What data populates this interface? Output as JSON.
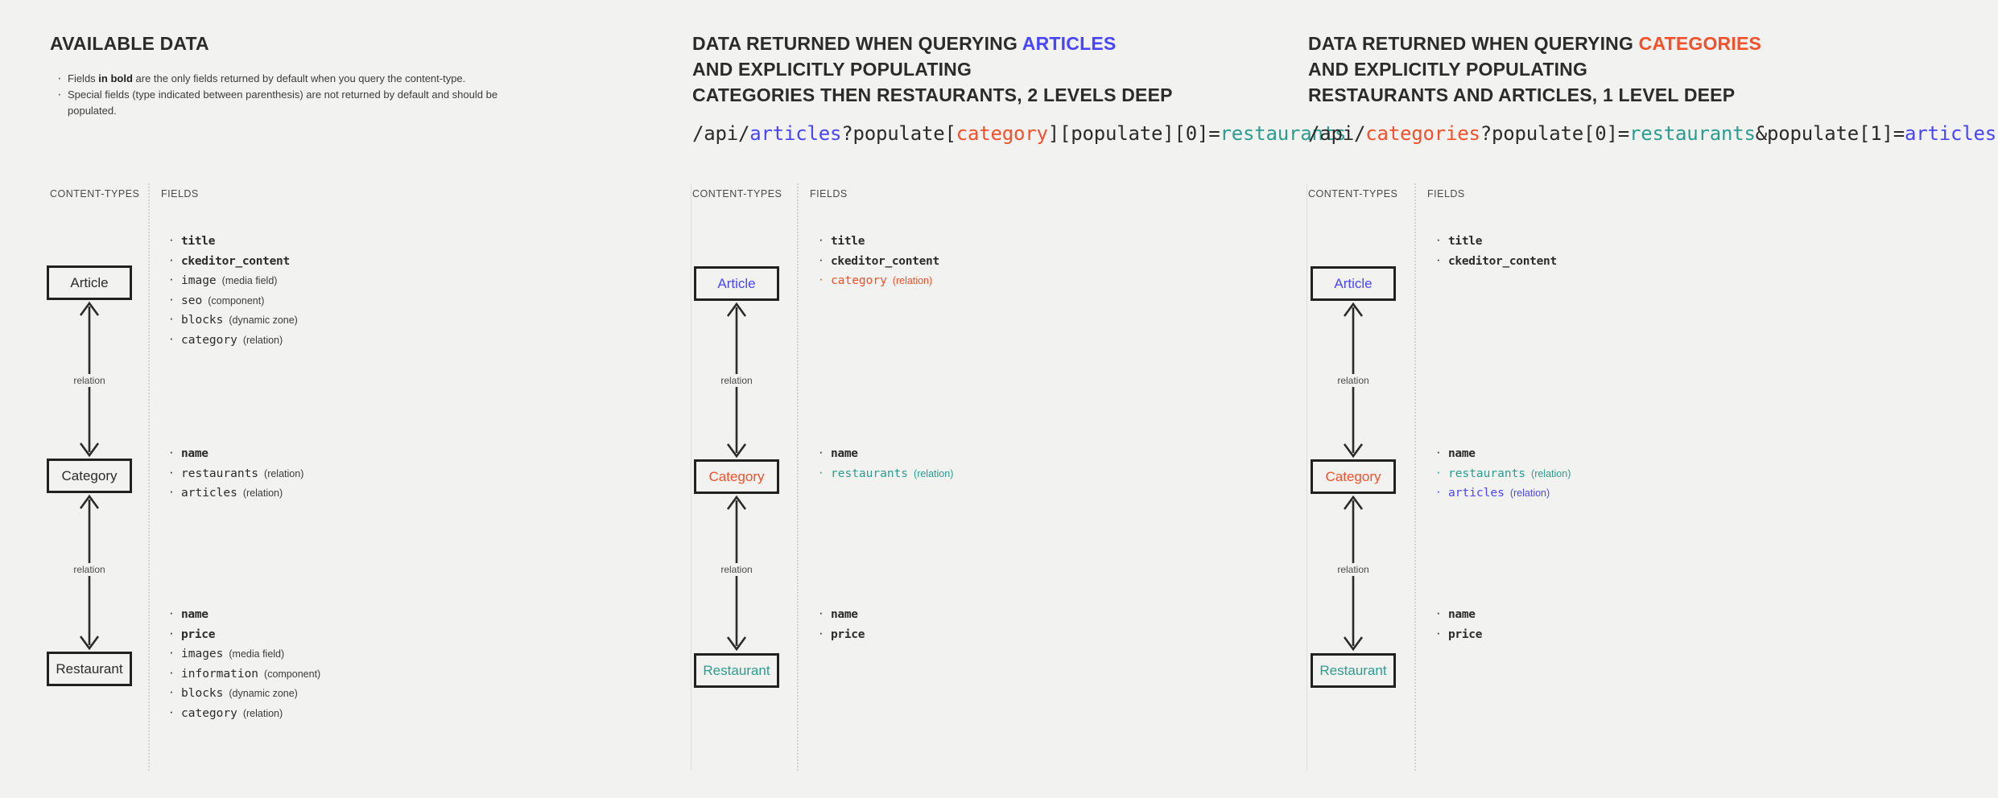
{
  "colors": {
    "background": "#f2f2f0",
    "ink": "#2b2b2b",
    "articles_blue": "#4945ff",
    "categories_red": "#f4502b",
    "restaurants_green": "#2a9d8f",
    "box_border": "#212121"
  },
  "panels": [
    {
      "id": "available-data",
      "title_lines": [
        [
          {
            "t": "AVAILABLE DATA",
            "c": "ink"
          }
        ]
      ],
      "notes": [
        "Fields in bold are the only fields returned by default when you query the content-type.",
        "Special fields (type indicated between parenthesis) are not returned by default and should be populated."
      ],
      "note_bold_fragment": "in bold",
      "api_url": null,
      "captions": {
        "content_types": "CONTENT-TYPES",
        "fields": "FIELDS"
      },
      "relation_label": "relation",
      "nodes": [
        {
          "name": "Article",
          "color": "ink",
          "fields": [
            {
              "name": "title",
              "type": "",
              "bold": true,
              "color": "ink"
            },
            {
              "name": "ckeditor_content",
              "type": "",
              "bold": true,
              "color": "ink"
            },
            {
              "name": "image",
              "type": "(media field)",
              "bold": false,
              "color": "ink"
            },
            {
              "name": "seo",
              "type": "(component)",
              "bold": false,
              "color": "ink"
            },
            {
              "name": "blocks",
              "type": "(dynamic zone)",
              "bold": false,
              "color": "ink"
            },
            {
              "name": "category",
              "type": "(relation)",
              "bold": false,
              "color": "ink"
            }
          ]
        },
        {
          "name": "Category",
          "color": "ink",
          "fields": [
            {
              "name": "name",
              "type": "",
              "bold": true,
              "color": "ink"
            },
            {
              "name": "restaurants",
              "type": "(relation)",
              "bold": false,
              "color": "ink"
            },
            {
              "name": "articles",
              "type": "(relation)",
              "bold": false,
              "color": "ink"
            }
          ]
        },
        {
          "name": "Restaurant",
          "color": "ink",
          "fields": [
            {
              "name": "name",
              "type": "",
              "bold": true,
              "color": "ink"
            },
            {
              "name": "price",
              "type": "",
              "bold": true,
              "color": "ink"
            },
            {
              "name": "images",
              "type": "(media field)",
              "bold": false,
              "color": "ink"
            },
            {
              "name": "information",
              "type": "(component)",
              "bold": false,
              "color": "ink"
            },
            {
              "name": "blocks",
              "type": "(dynamic zone)",
              "bold": false,
              "color": "ink"
            },
            {
              "name": "category",
              "type": "(relation)",
              "bold": false,
              "color": "ink"
            }
          ]
        }
      ]
    },
    {
      "id": "query-articles",
      "title_lines": [
        [
          {
            "t": "DATA RETURNED WHEN QUERYING ",
            "c": "ink"
          },
          {
            "t": "ARTICLES",
            "c": "articles_blue"
          }
        ],
        [
          {
            "t": "AND EXPLICITLY POPULATING",
            "c": "ink"
          }
        ],
        [
          {
            "t": "CATEGORIES THEN RESTAURANTS, 2 LEVELS DEEP",
            "c": "ink"
          }
        ]
      ],
      "notes": [],
      "api_url": [
        {
          "t": "/api/",
          "c": "ink"
        },
        {
          "t": "articles",
          "c": "articles_blue"
        },
        {
          "t": "?populate[",
          "c": "ink"
        },
        {
          "t": "category",
          "c": "categories_red"
        },
        {
          "t": "][populate][0]=",
          "c": "ink"
        },
        {
          "t": "restaurants",
          "c": "restaurants_green"
        }
      ],
      "captions": {
        "content_types": "CONTENT-TYPES",
        "fields": "FIELDS"
      },
      "relation_label": "relation",
      "nodes": [
        {
          "name": "Article",
          "color": "articles_blue",
          "fields": [
            {
              "name": "title",
              "type": "",
              "bold": true,
              "color": "ink"
            },
            {
              "name": "ckeditor_content",
              "type": "",
              "bold": true,
              "color": "ink"
            },
            {
              "name": "category",
              "type": "(relation)",
              "bold": false,
              "color": "categories_red"
            }
          ]
        },
        {
          "name": "Category",
          "color": "categories_red",
          "fields": [
            {
              "name": "name",
              "type": "",
              "bold": true,
              "color": "ink"
            },
            {
              "name": "restaurants",
              "type": "(relation)",
              "bold": false,
              "color": "restaurants_green"
            }
          ]
        },
        {
          "name": "Restaurant",
          "color": "restaurants_green",
          "fields": [
            {
              "name": "name",
              "type": "",
              "bold": true,
              "color": "ink"
            },
            {
              "name": "price",
              "type": "",
              "bold": true,
              "color": "ink"
            }
          ]
        }
      ]
    },
    {
      "id": "query-categories",
      "title_lines": [
        [
          {
            "t": "DATA RETURNED WHEN QUERYING ",
            "c": "ink"
          },
          {
            "t": "CATEGORIES",
            "c": "categories_red"
          }
        ],
        [
          {
            "t": "AND EXPLICITLY POPULATING",
            "c": "ink"
          }
        ],
        [
          {
            "t": "RESTAURANTS AND ARTICLES, 1 LEVEL DEEP",
            "c": "ink"
          }
        ]
      ],
      "notes": [],
      "api_url": [
        {
          "t": "/api/",
          "c": "ink"
        },
        {
          "t": "categories",
          "c": "categories_red"
        },
        {
          "t": "?populate[0]=",
          "c": "ink"
        },
        {
          "t": "restaurants",
          "c": "restaurants_green"
        },
        {
          "t": "&populate[1]=",
          "c": "ink"
        },
        {
          "t": "articles",
          "c": "articles_blue"
        }
      ],
      "captions": {
        "content_types": "CONTENT-TYPES",
        "fields": "FIELDS"
      },
      "relation_label": "relation",
      "nodes": [
        {
          "name": "Article",
          "color": "articles_blue",
          "fields": [
            {
              "name": "title",
              "type": "",
              "bold": true,
              "color": "ink"
            },
            {
              "name": "ckeditor_content",
              "type": "",
              "bold": true,
              "color": "ink"
            }
          ]
        },
        {
          "name": "Category",
          "color": "categories_red",
          "fields": [
            {
              "name": "name",
              "type": "",
              "bold": true,
              "color": "ink"
            },
            {
              "name": "restaurants",
              "type": "(relation)",
              "bold": false,
              "color": "restaurants_green"
            },
            {
              "name": "articles",
              "type": "(relation)",
              "bold": false,
              "color": "articles_blue"
            }
          ]
        },
        {
          "name": "Restaurant",
          "color": "restaurants_green",
          "fields": [
            {
              "name": "name",
              "type": "",
              "bold": true,
              "color": "ink"
            },
            {
              "name": "price",
              "type": "",
              "bold": true,
              "color": "ink"
            }
          ]
        }
      ]
    }
  ]
}
